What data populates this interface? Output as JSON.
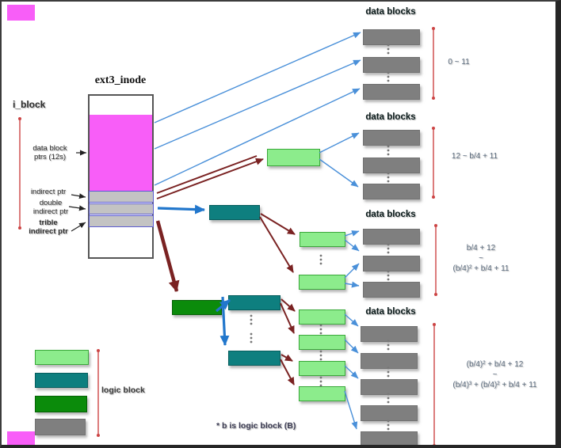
{
  "diagram": {
    "title": "ext3_inode",
    "left_labels": {
      "i_block": "i_block",
      "data_block_ptrs": "data block\nptrs  (12s)",
      "indirect_ptr": "indirect ptr",
      "double_indirect_ptr": "double\nindirect ptr",
      "triple_indirect_ptr": "trible\nindirect ptr"
    },
    "groups": [
      {
        "heading": "data blocks",
        "range": "0 ~ 11"
      },
      {
        "heading": "data blocks",
        "range": "12 ~ b/4 + 11"
      },
      {
        "heading": "data blocks",
        "range": "b/4 + 12\n~\n(b/4)² + b/4 + 11"
      },
      {
        "heading": "data blocks",
        "range": "(b/4)² + b/4 + 12\n~\n(b/4)³ + (b/4)² + b/4 + 11"
      }
    ],
    "legend": {
      "label": "logic block"
    },
    "footnote": "* b is logic block (B)",
    "colors": {
      "magenta": "#f85ef8",
      "light_green": "#8cec8c",
      "teal": "#0e7f7f",
      "dark_green": "#0b8b0b",
      "gray_block": "#7f7f7f",
      "arrow_blue": "#4a90d9",
      "arrow_maroon": "#7a2222",
      "measure_red": "#cc4444"
    }
  }
}
